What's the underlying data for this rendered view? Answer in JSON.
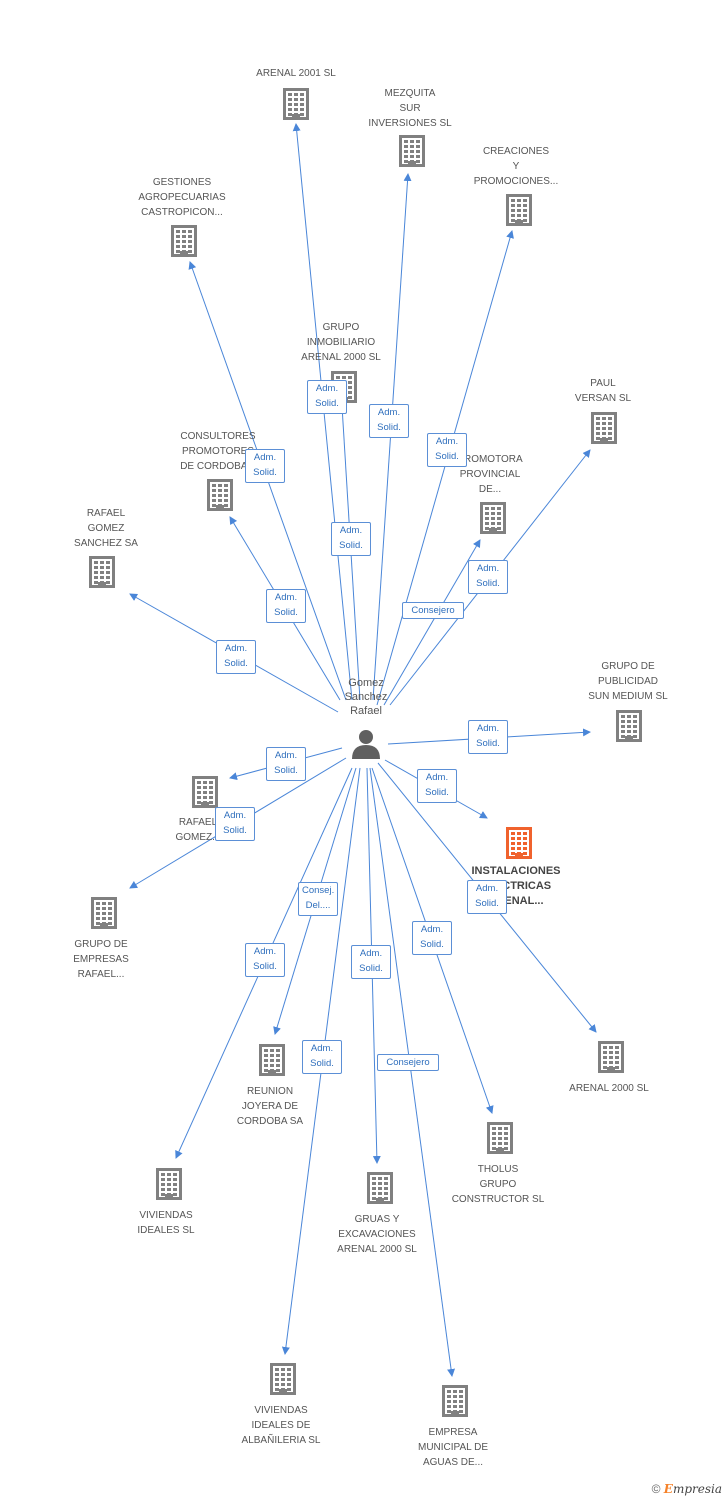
{
  "colors": {
    "edge": "#4a86d8",
    "building": "#808080",
    "highlight": "#f0622d",
    "person": "#606060"
  },
  "center": {
    "name": "Gomez\nSanchez\nRafael",
    "icon": "person-icon"
  },
  "nodes": [
    {
      "id": "n_arenal2001",
      "label": "ARENAL 2001 SL",
      "highlight": false
    },
    {
      "id": "n_mezquita",
      "label": "MEZQUITA\nSUR\nINVERSIONES SL",
      "highlight": false
    },
    {
      "id": "n_creaciones",
      "label": "CREACIONES\nY\nPROMOCIONES...",
      "highlight": false
    },
    {
      "id": "n_gestiones",
      "label": "GESTIONES\nAGROPECUARIAS\nCASTROPICON...",
      "highlight": false
    },
    {
      "id": "n_grupoinm",
      "label": "GRUPO\nINMOBILIARIO\nARENAL 2000 SL",
      "highlight": false
    },
    {
      "id": "n_paul",
      "label": "PAUL\nVERSAN SL",
      "highlight": false
    },
    {
      "id": "n_consultores",
      "label": "CONSULTORES\nPROMOTORES\nDE CORDOBA...",
      "highlight": false
    },
    {
      "id": "n_promotora",
      "label": "PROMOTORA\nPROVINCIAL\nDE...",
      "highlight": false
    },
    {
      "id": "n_rafaelgs",
      "label": "RAFAEL\nGOMEZ\nSANCHEZ SA",
      "highlight": false
    },
    {
      "id": "n_sunmedium",
      "label": "GRUPO DE\nPUBLICIDAD\nSUN MEDIUM SL",
      "highlight": false
    },
    {
      "id": "n_rafaelg",
      "label": "RAFAEL\nGOMEZ...",
      "highlight": false
    },
    {
      "id": "n_instalaciones",
      "label": "INSTALACIONES\nELECTRICAS\nARENAL...",
      "highlight": true
    },
    {
      "id": "n_grupoempresas",
      "label": "GRUPO DE\nEMPRESAS\nRAFAEL...",
      "highlight": false
    },
    {
      "id": "n_arenal2000",
      "label": "ARENAL 2000 SL",
      "highlight": false
    },
    {
      "id": "n_reunion",
      "label": "REUNION\nJOYERA DE\nCORDOBA SA",
      "highlight": false
    },
    {
      "id": "n_tholus",
      "label": "THOLUS\nGRUPO\nCONSTRUCTOR SL",
      "highlight": false
    },
    {
      "id": "n_viviendas",
      "label": "VIVIENDAS\nIDEALES SL",
      "highlight": false
    },
    {
      "id": "n_gruas",
      "label": "GRUAS Y\nEXCAVACIONES\nARENAL 2000 SL",
      "highlight": false
    },
    {
      "id": "n_vivalb",
      "label": "VIVIENDAS\nIDEALES DE\nALBAÑILERIA SL",
      "highlight": false
    },
    {
      "id": "n_empresa",
      "label": "EMPRESA\nMUNICIPAL DE\nAGUAS DE...",
      "highlight": false
    }
  ],
  "edges": [
    {
      "target": "n_arenal2001",
      "label": "Adm.\nSolid."
    },
    {
      "target": "n_mezquita",
      "label": "Adm.\nSolid."
    },
    {
      "target": "n_creaciones",
      "label": "Adm.\nSolid."
    },
    {
      "target": "n_gestiones",
      "label": "Adm.\nSolid."
    },
    {
      "target": "n_grupoinm",
      "label": "Adm.\nSolid."
    },
    {
      "target": "n_paul",
      "label": "Adm.\nSolid."
    },
    {
      "target": "n_consultores",
      "label": "Adm.\nSolid."
    },
    {
      "target": "n_promotora",
      "label": "Consejero"
    },
    {
      "target": "n_rafaelgs",
      "label": "Adm.\nSolid."
    },
    {
      "target": "n_sunmedium",
      "label": "Adm.\nSolid."
    },
    {
      "target": "n_rafaelg",
      "label": "Adm.\nSolid."
    },
    {
      "target": "n_instalaciones",
      "label": "Adm.\nSolid."
    },
    {
      "target": "n_grupoempresas",
      "label": "Adm.\nSolid."
    },
    {
      "target": "n_arenal2000",
      "label": "Adm.\nSolid."
    },
    {
      "target": "n_reunion",
      "label": "Consej.\nDel...."
    },
    {
      "target": "n_tholus",
      "label": "Adm.\nSolid."
    },
    {
      "target": "n_viviendas",
      "label": "Adm.\nSolid."
    },
    {
      "target": "n_gruas",
      "label": "Adm.\nSolid."
    },
    {
      "target": "n_vivalb",
      "label": "Adm.\nSolid."
    },
    {
      "target": "n_empresa",
      "label": "Consejero"
    }
  ],
  "footer": {
    "copyright": "©",
    "brand_initial": "E",
    "brand_rest": "mpresia"
  }
}
